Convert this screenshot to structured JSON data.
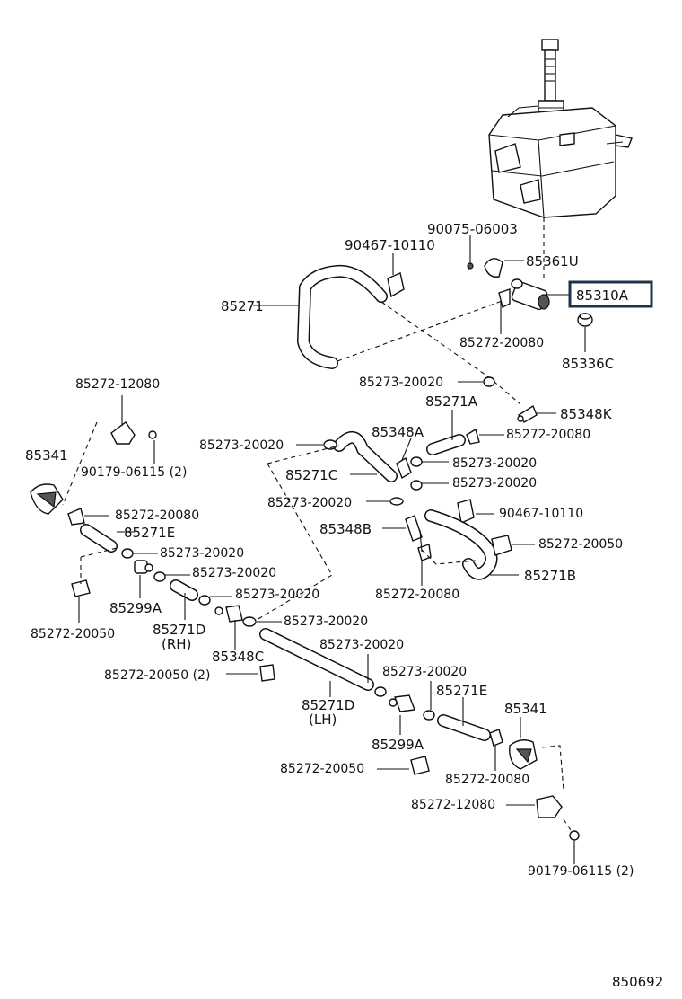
{
  "diagram_code": "850692",
  "highlight_color": "#1f3347",
  "labels": {
    "l_90075_06003": "90075-06003",
    "l_90467_10110_a": "90467-10110",
    "l_85361u": "85361U",
    "l_85310a": "85310A",
    "l_85271": "85271",
    "l_85272_20080_a": "85272-20080",
    "l_85336c": "85336C",
    "l_85273_20020_a": "85273-20020",
    "l_85271a": "85271A",
    "l_85348k": "85348K",
    "l_85272_12080_a": "85272-12080",
    "l_85273_20020_b": "85273-20020",
    "l_85348a": "85348A",
    "l_85272_20080_b": "85272-20080",
    "l_85341_a": "85341",
    "l_90179_06115_a": "90179-06115 (2)",
    "l_85273_20020_c": "85273-20020",
    "l_85271c": "85271C",
    "l_85273_20020_d": "85273-20020",
    "l_85273_20020_e": "85273-20020",
    "l_85272_20080_c": "85272-20080",
    "l_90467_10110_b": "90467-10110",
    "l_85271e_a": "85271E",
    "l_85348b": "85348B",
    "l_85272_20050_a": "85272-20050",
    "l_85273_20020_f": "85273-20020",
    "l_85273_20020_g": "85273-20020",
    "l_85271b": "85271B",
    "l_85272_20080_d": "85272-20080",
    "l_85299a_a": "85299A",
    "l_85273_20020_h": "85273-20020",
    "l_85271d_a": "85271D",
    "l_rh": "(RH)",
    "l_85272_20050_b": "85272-20050",
    "l_85273_20020_i": "85273-20020",
    "l_85348c": "85348C",
    "l_85273_20020_j": "85273-20020",
    "l_85272_20050_c": "85272-20050 (2)",
    "l_85273_20020_k": "85273-20020",
    "l_85271e_b": "85271E",
    "l_85271d_b": "85271D",
    "l_lh": "(LH)",
    "l_85341_b": "85341",
    "l_85299a_b": "85299A",
    "l_85272_20050_d": "85272-20050",
    "l_85272_20080_e": "85272-20080",
    "l_85272_12080_b": "85272-12080",
    "l_90179_06115_b": "90179-06115 (2)"
  }
}
